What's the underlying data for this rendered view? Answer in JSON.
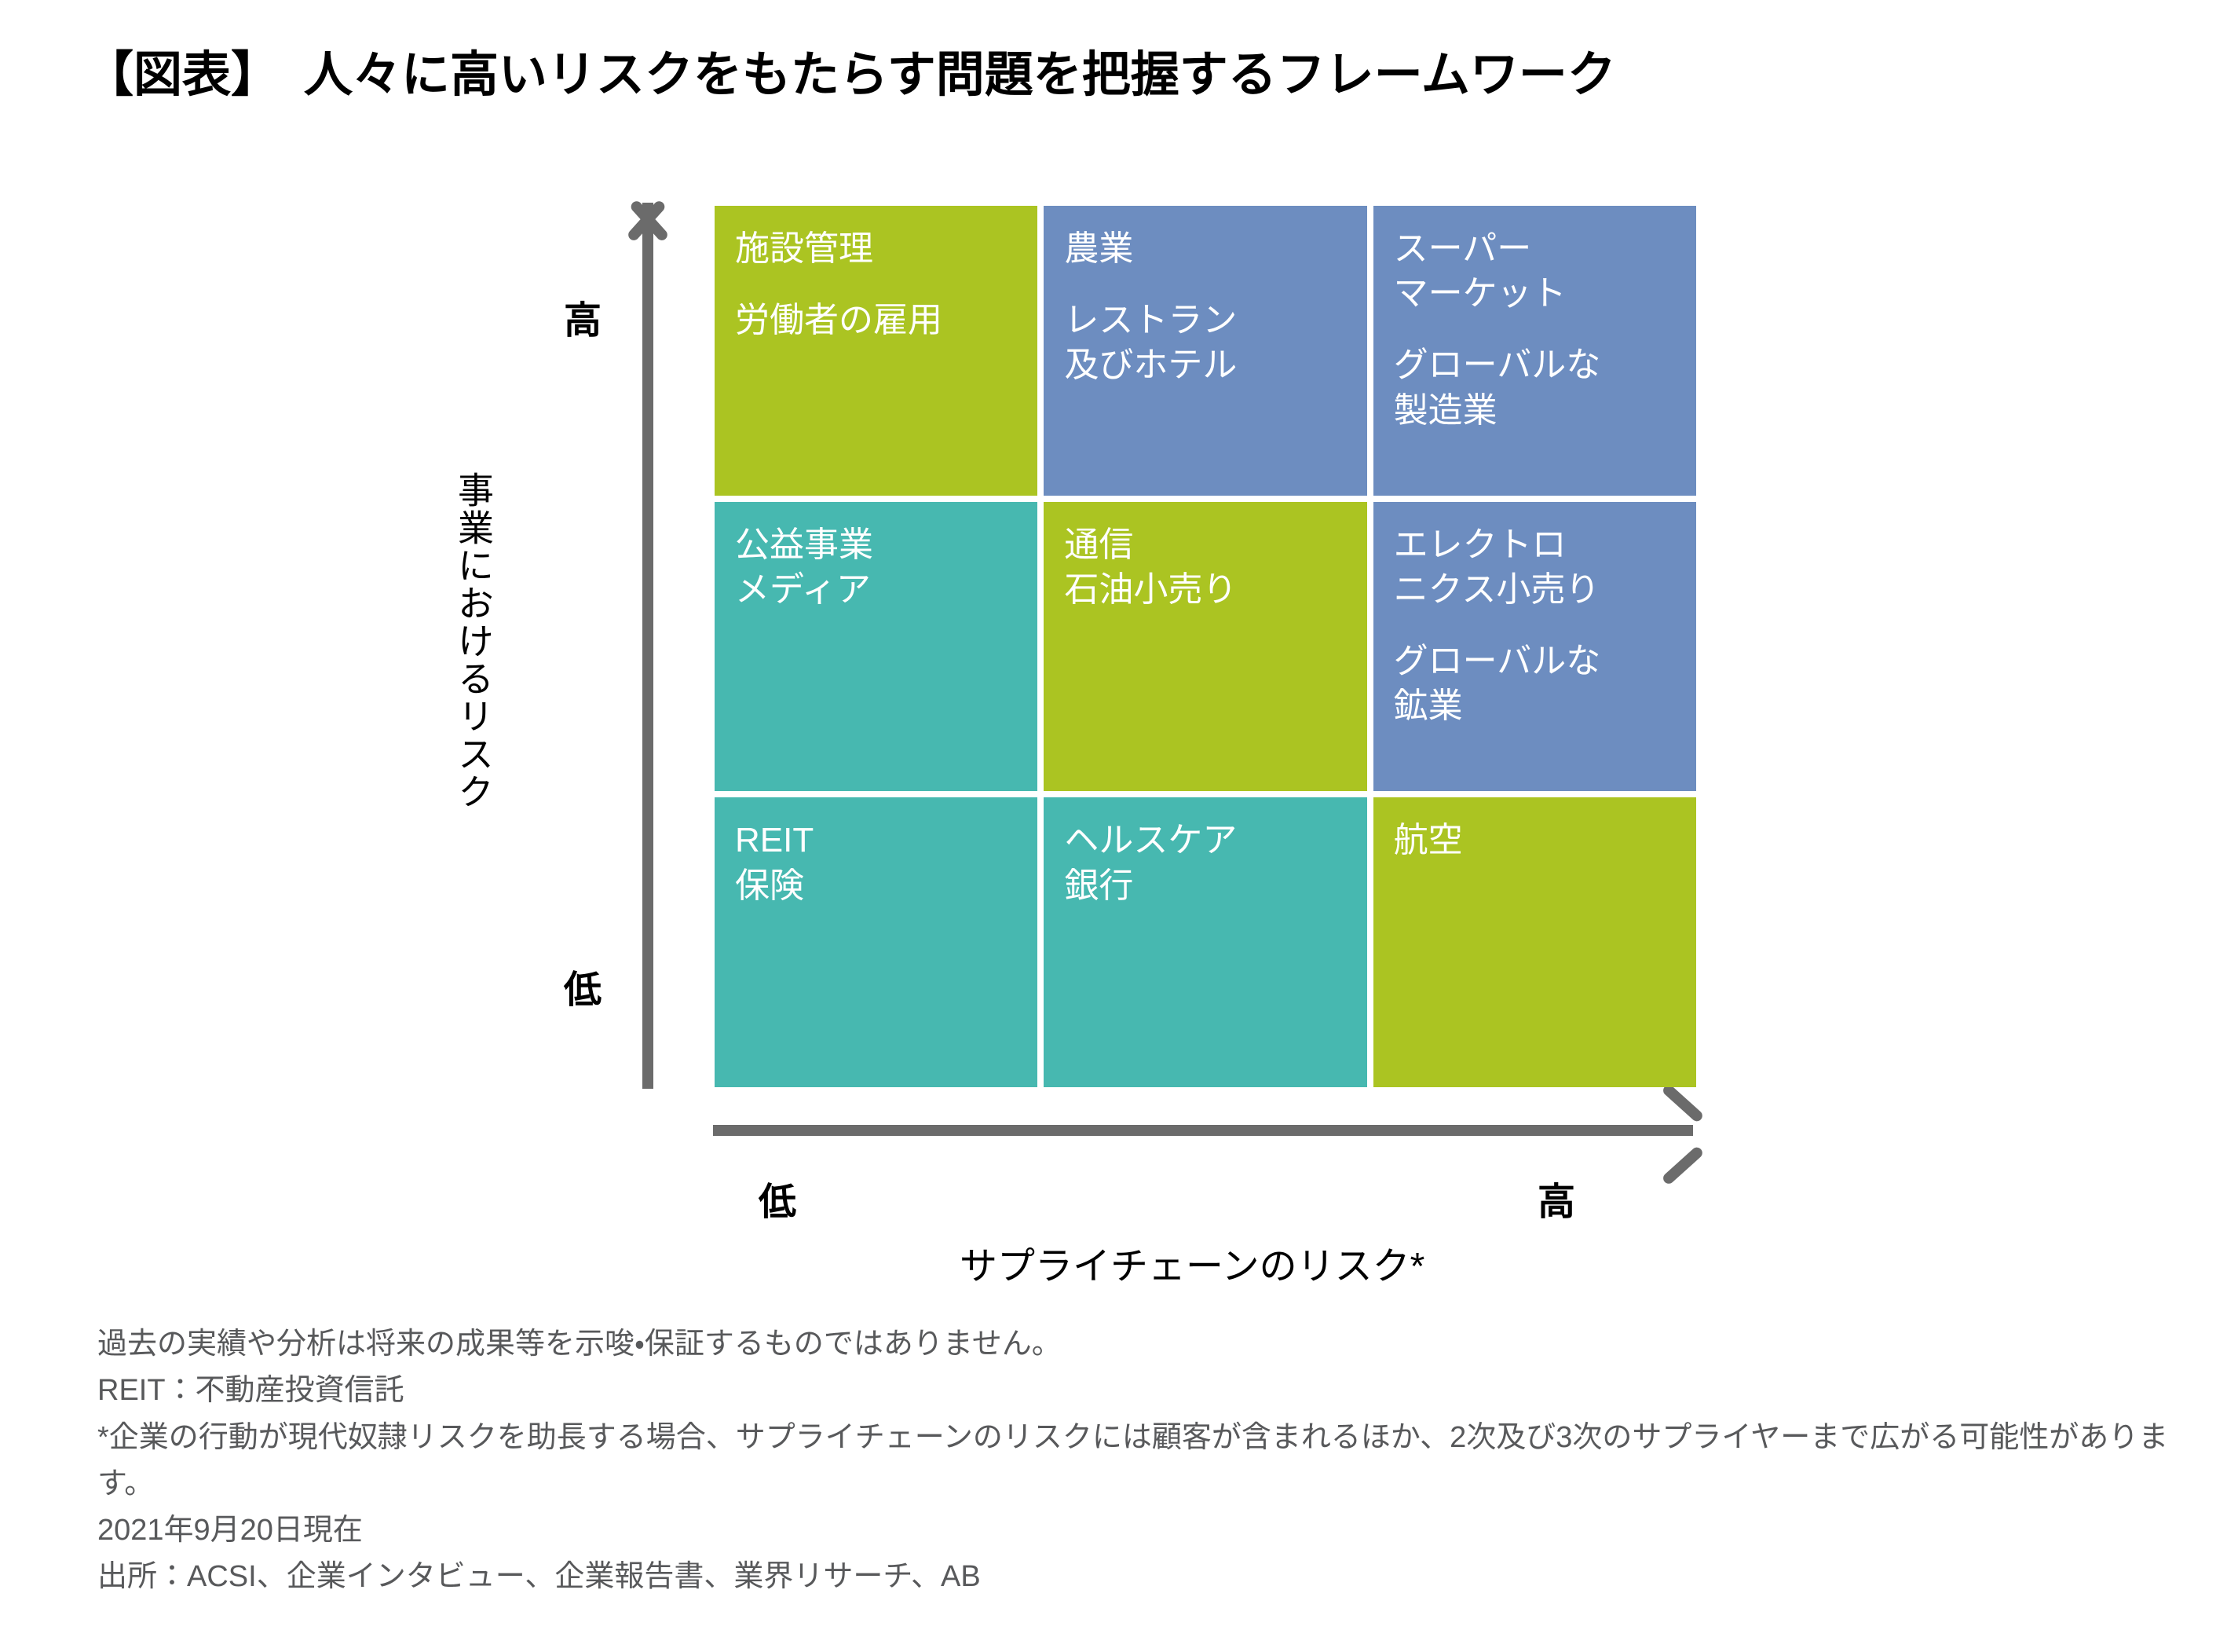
{
  "title": "【図表】　人々に高いリスクをもたらす問題を把握するフレームワーク",
  "axes": {
    "y_title": "事業におけるリスク",
    "y_high": "高",
    "y_low": "低",
    "x_title": "サプライチェーンのリスク*",
    "x_low": "低",
    "x_high": "高"
  },
  "colors": {
    "green": "#abc422",
    "blue": "#6d8dc0",
    "teal": "#47b8b0",
    "axis_gray": "#6b6b6b",
    "footnote_gray": "#58595b",
    "cell_text": "#ffffff"
  },
  "matrix": {
    "cells": [
      {
        "row": "high",
        "col": "low",
        "color": "green",
        "groups": [
          "施設管理",
          "労働者の雇用"
        ]
      },
      {
        "row": "high",
        "col": "mid",
        "color": "blue",
        "groups": [
          "農業",
          "レストラン\n及びホテル"
        ]
      },
      {
        "row": "high",
        "col": "high",
        "color": "blue",
        "groups": [
          "スーパー\nマーケット",
          "グローバルな\n製造業"
        ]
      },
      {
        "row": "mid",
        "col": "low",
        "color": "teal",
        "groups": [
          "公益事業\nメディア"
        ]
      },
      {
        "row": "mid",
        "col": "mid",
        "color": "green",
        "groups": [
          "通信\n石油小売り"
        ]
      },
      {
        "row": "mid",
        "col": "high",
        "color": "blue",
        "groups": [
          "エレクトロ\nニクス小売り",
          "グローバルな\n鉱業"
        ]
      },
      {
        "row": "low",
        "col": "low",
        "color": "teal",
        "groups": [
          "REIT\n保険"
        ]
      },
      {
        "row": "low",
        "col": "mid",
        "color": "teal",
        "groups": [
          "ヘルスケア\n銀行"
        ]
      },
      {
        "row": "low",
        "col": "high",
        "color": "green",
        "groups": [
          "航空"
        ]
      }
    ]
  },
  "footnotes": [
    "過去の実績や分析は将来の成果等を示唆・保証するものではありません。",
    "REIT：不動産投資信託",
    "*企業の行動が現代奴隷リスクを助長する場合、サプライチェーンのリスクには顧客が含まれるほか、2次及び3次のサプライヤーまで広がる可能性があります。",
    "2021年9月20日現在",
    "出所：ACSI、企業インタビュー、企業報告書、業界リサーチ、AB"
  ]
}
